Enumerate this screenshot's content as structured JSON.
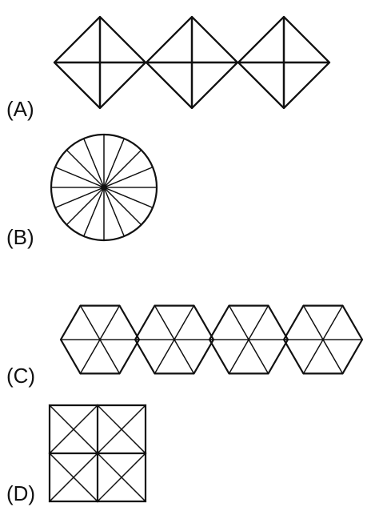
{
  "figures": [
    {
      "label": "(A)",
      "pattern": "diagonal-hatch"
    },
    {
      "label": "(B)",
      "pattern": "diagonal-hatch"
    },
    {
      "label": "(C)",
      "pattern": "dotted-stipple"
    },
    {
      "label": "(D)",
      "pattern": "dotted-stipple"
    }
  ],
  "colors": {
    "ink": "#111111",
    "paper": "#ffffff"
  }
}
